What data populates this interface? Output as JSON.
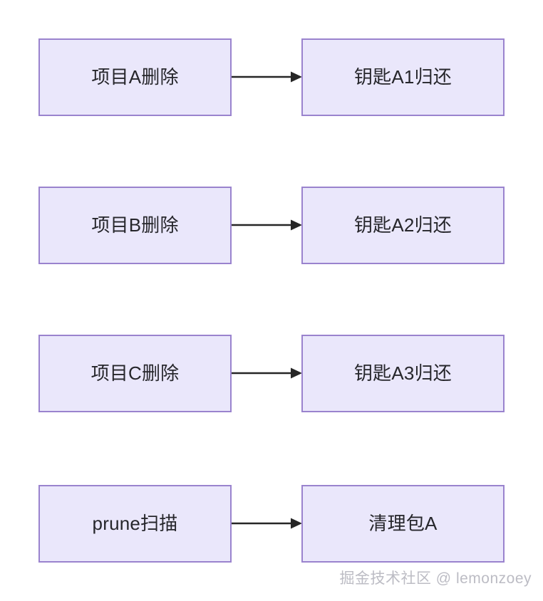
{
  "diagram": {
    "type": "flowchart",
    "direction": "left-to-right",
    "background_color": "#ffffff",
    "node_fill_color": "#eae7fb",
    "node_border_color": "#9a83ce",
    "node_text_color": "#26262b",
    "edge_color": "#262626",
    "rows": [
      {
        "source": "项目A删除",
        "target": "钥匙A1归还",
        "edge_arrow": "arrow-right"
      },
      {
        "source": "项目B删除",
        "target": "钥匙A2归还",
        "edge_arrow": "arrow-right"
      },
      {
        "source": "项目C删除",
        "target": "钥匙A3归还",
        "edge_arrow": "arrow-right"
      },
      {
        "source": "prune扫描",
        "target": "清理包A",
        "edge_arrow": "arrow-right"
      }
    ]
  },
  "watermark": {
    "text": "掘金技术社区 @ lemonzoey",
    "color": "#bcbcc4"
  }
}
